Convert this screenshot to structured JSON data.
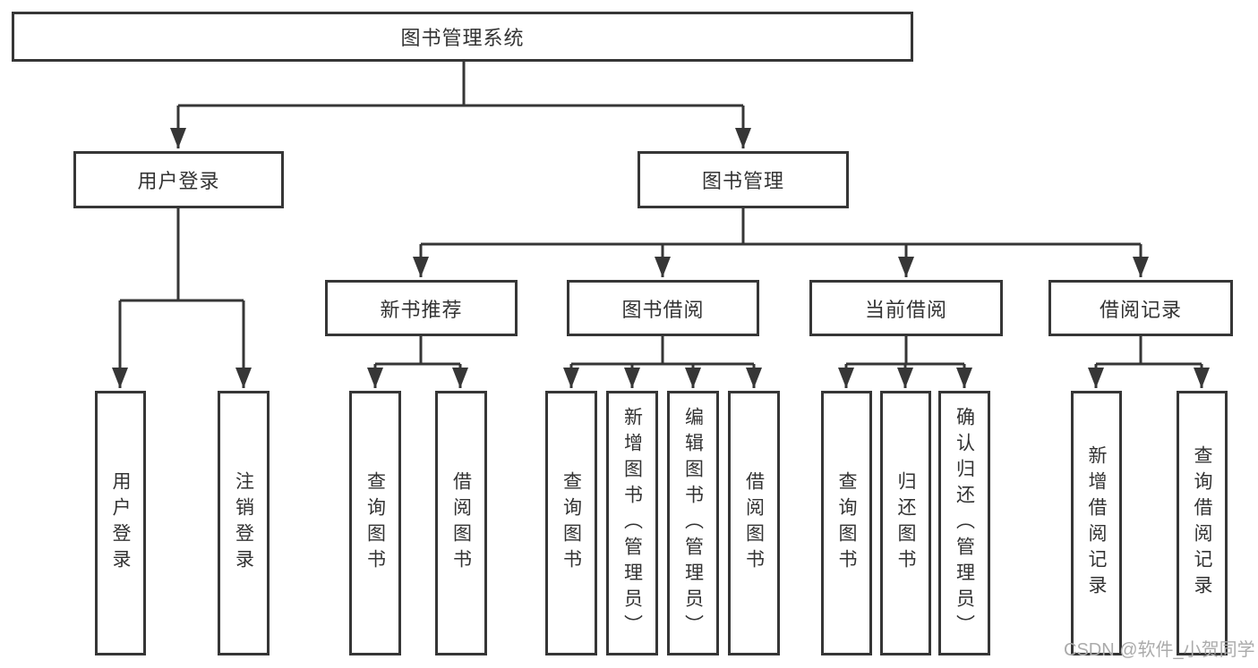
{
  "diagram": {
    "title": "图书管理系统",
    "branches": [
      {
        "label": "用户登录",
        "leaves": [
          {
            "label": "用户登录"
          },
          {
            "label": "注销登录"
          }
        ]
      },
      {
        "label": "图书管理",
        "groups": [
          {
            "label": "新书推荐",
            "leaves": [
              {
                "label": "查询图书"
              },
              {
                "label": "借阅图书"
              }
            ]
          },
          {
            "label": "图书借阅",
            "leaves": [
              {
                "label": "查询图书"
              },
              {
                "label": "新增图书（管理员）"
              },
              {
                "label": "编辑图书（管理员）"
              },
              {
                "label": "借阅图书"
              }
            ]
          },
          {
            "label": "当前借阅",
            "leaves": [
              {
                "label": "查询图书"
              },
              {
                "label": "归还图书"
              },
              {
                "label": "确认归还（管理员）"
              }
            ]
          },
          {
            "label": "借阅记录",
            "leaves": [
              {
                "label": "新增借阅记录"
              },
              {
                "label": "查询借阅记录"
              }
            ]
          }
        ]
      }
    ]
  },
  "watermark": "CSDN @软件_小贺同学",
  "colors": {
    "line": "#363636",
    "box_border": "#363636",
    "box_fill": "#ffffff",
    "text": "#333333",
    "watermark": "#ababab"
  }
}
